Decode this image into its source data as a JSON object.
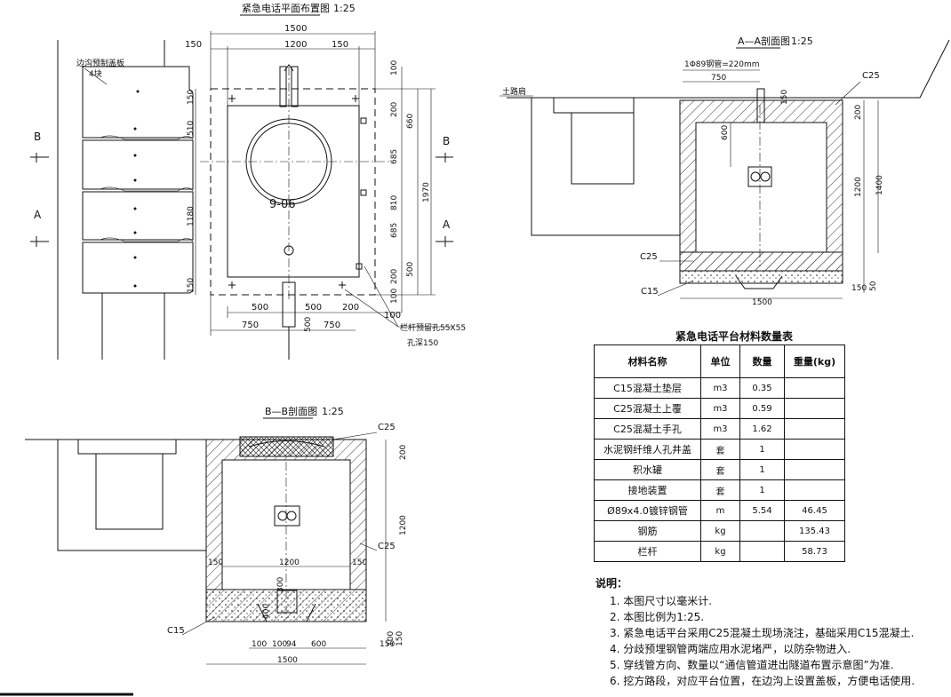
{
  "plan": {
    "title": "紧急电话平面布置图",
    "scale": "1:25",
    "cover_label": "边沟预制盖板",
    "cover_count": "4块",
    "dims_top": [
      "1500",
      "150",
      "1200",
      "150"
    ],
    "dims_left": [
      "150",
      "510",
      "1180",
      "150"
    ],
    "dims_right_a": [
      "100",
      "200",
      "685",
      "810",
      "685",
      "200",
      "100"
    ],
    "dims_right_b": [
      "660",
      "1970",
      "500"
    ],
    "dims_bottom_a": [
      "500",
      "500",
      "200",
      "100"
    ],
    "dims_bottom_b": [
      "750",
      "500",
      "750"
    ],
    "circle_label": "9-06",
    "rail_note": "栏杆预留孔55X55",
    "hole_note": "孔深150",
    "section_b": "B",
    "section_a": "A"
  },
  "section_aa": {
    "title": "A—A剖面图",
    "scale": "1:25",
    "pipe_note": "1Φ89钢管=220mm",
    "road_shoulder": "土路肩",
    "dims": [
      "750",
      "150",
      "200",
      "600",
      "1200",
      "1400",
      "150",
      "50",
      "1500"
    ],
    "labels": [
      "C25",
      "C25",
      "C15"
    ]
  },
  "section_bb": {
    "title": "B—B剖面图",
    "scale": "1:25",
    "dims": [
      "200",
      "1200",
      "150",
      "1200",
      "150",
      "100",
      "150",
      "100",
      "100",
      "94",
      "600",
      "150",
      "1500",
      "400",
      "300"
    ],
    "labels": [
      "C25",
      "C25",
      "C15"
    ]
  },
  "table": {
    "title": "紧急电话平台材料数量表",
    "headers": [
      "材料名称",
      "单位",
      "数量",
      "重量(kg)"
    ],
    "rows": [
      [
        "C15混凝土垫层",
        "m3",
        "0.35",
        ""
      ],
      [
        "C25混凝土上覆",
        "m3",
        "0.59",
        ""
      ],
      [
        "C25混凝土手孔",
        "m3",
        "1.62",
        ""
      ],
      [
        "水泥钢纤维人孔井盖",
        "套",
        "1",
        ""
      ],
      [
        "积水罐",
        "套",
        "1",
        ""
      ],
      [
        "接地装置",
        "套",
        "1",
        ""
      ],
      [
        "Ø89x4.0镀锌钢管",
        "m",
        "5.54",
        "46.45"
      ],
      [
        "钢筋",
        "kg",
        "",
        "135.43"
      ],
      [
        "栏杆",
        "kg",
        "",
        "58.73"
      ]
    ]
  },
  "notes": {
    "title": "说明：",
    "items": [
      "1. 本图尺寸以毫米计.",
      "2. 本图比例为1:25.",
      "3. 紧急电话平台采用C25混凝土现场浇注，基础采用C15混凝土.",
      "4. 分歧预埋钢管两端应用水泥堵严，以防杂物进入.",
      "5. 穿线管方向、数量以“通信管道进出隧道布置示意图”为准.",
      "6. 挖方路段，对应平台位置，在边沟上设置盖板，方便电话使用."
    ]
  }
}
